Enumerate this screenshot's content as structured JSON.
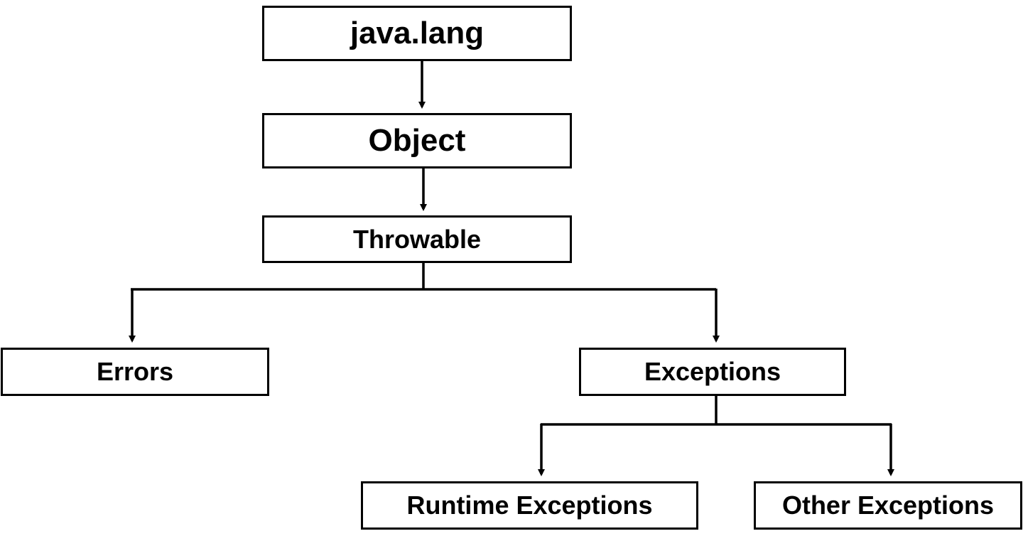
{
  "nodes": {
    "java_lang": "java.lang",
    "object": "Object",
    "throwable": "Throwable",
    "errors": "Errors",
    "exceptions": "Exceptions",
    "runtime_exceptions": "Runtime Exceptions",
    "other_exceptions": "Other Exceptions"
  },
  "edges": [
    {
      "from": "java_lang",
      "to": "object"
    },
    {
      "from": "object",
      "to": "throwable"
    },
    {
      "from": "throwable",
      "to": "errors"
    },
    {
      "from": "throwable",
      "to": "exceptions"
    },
    {
      "from": "exceptions",
      "to": "runtime_exceptions"
    },
    {
      "from": "exceptions",
      "to": "other_exceptions"
    }
  ],
  "colors": {
    "stroke": "#000000",
    "box_fill": "#ffffff",
    "text": "#000000",
    "background": "#ffffff"
  }
}
